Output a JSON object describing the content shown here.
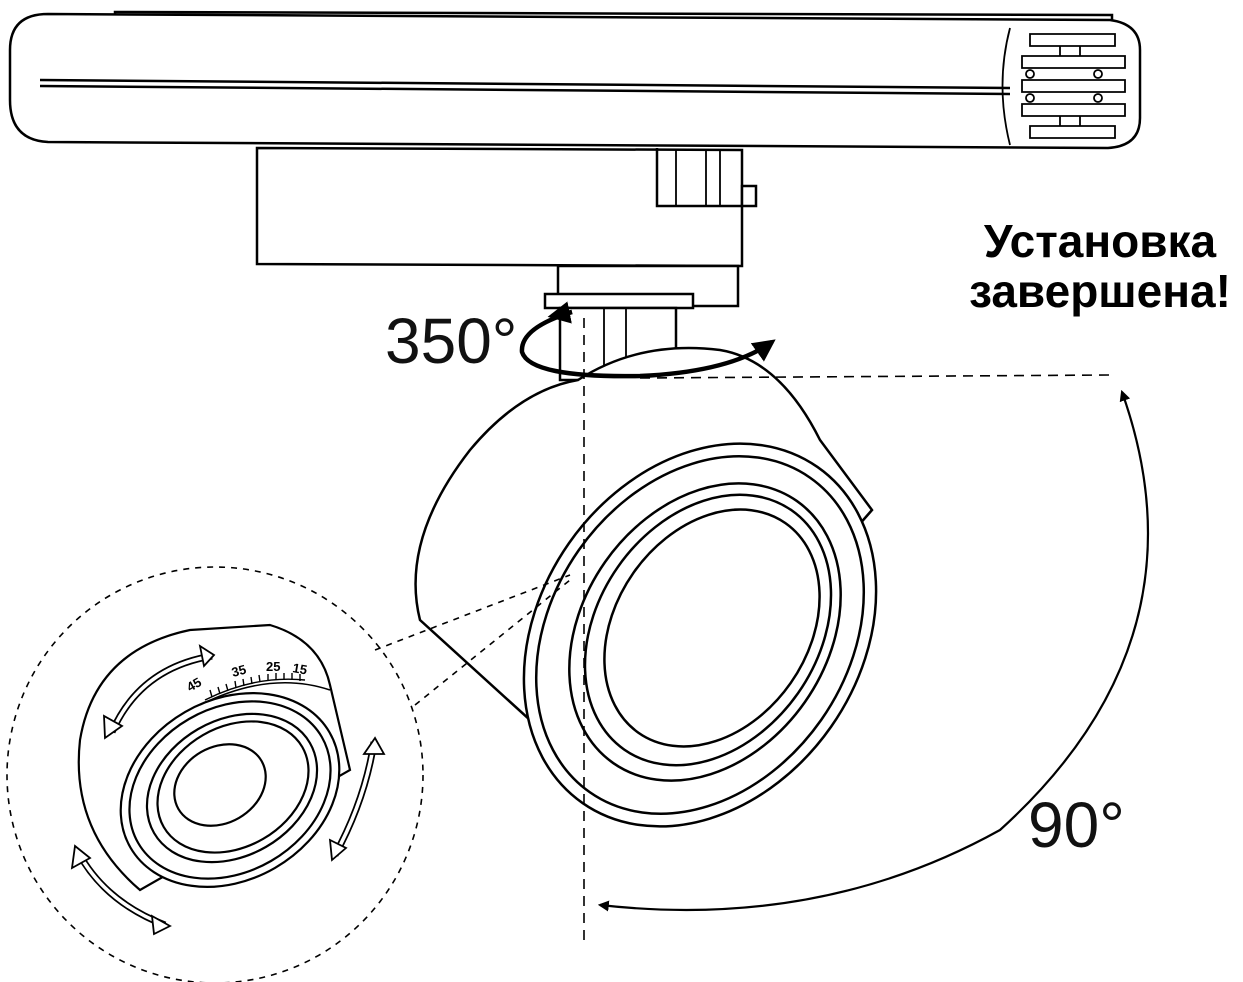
{
  "caption": {
    "line1": "Установка",
    "line2": "завершена!"
  },
  "angles": {
    "rotation": "350°",
    "tilt": "90°"
  },
  "beam_scale": {
    "labels": [
      "45",
      "35",
      "25",
      "15"
    ]
  }
}
